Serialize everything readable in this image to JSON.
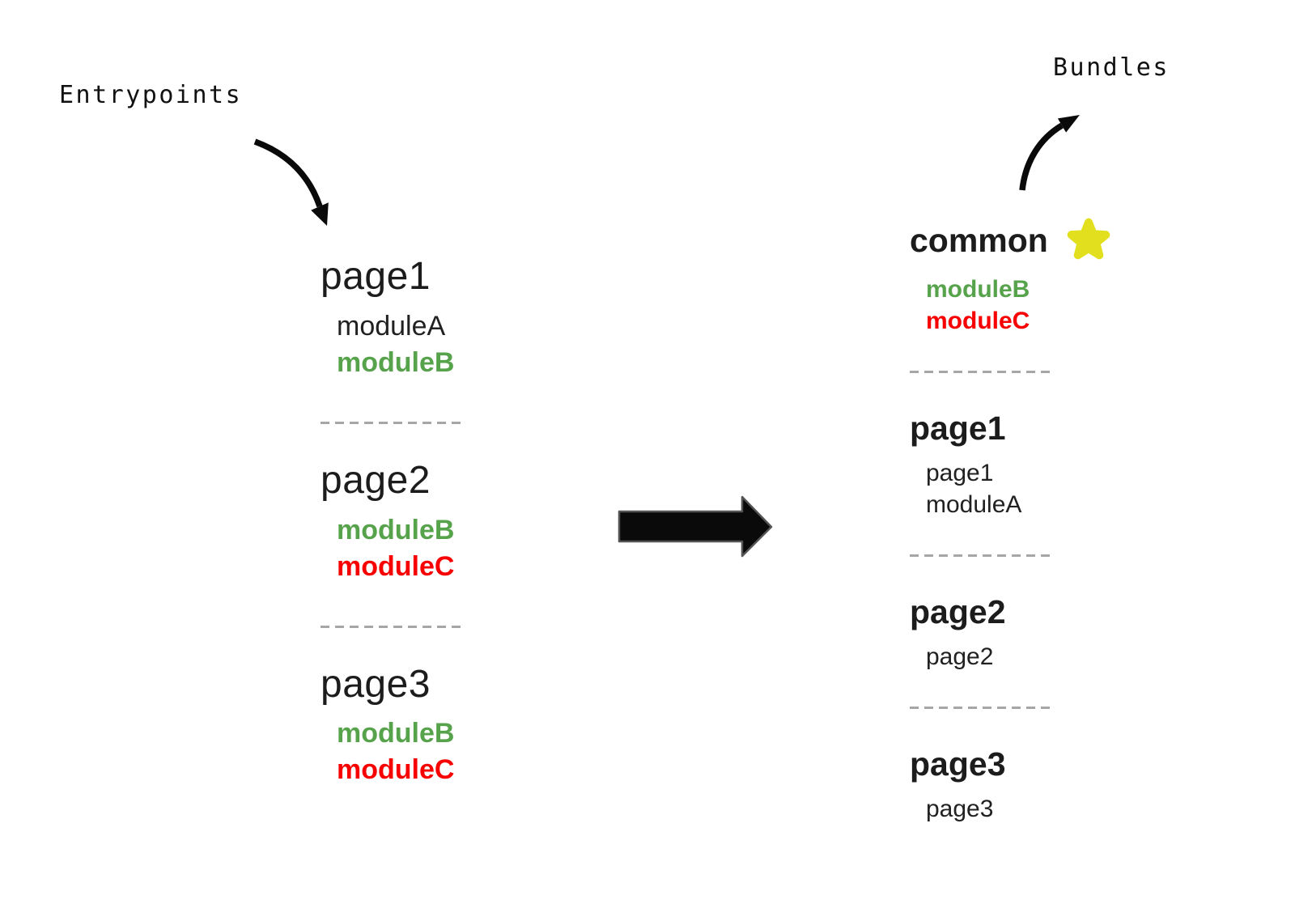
{
  "labels": {
    "entrypoints": "Entrypoints",
    "bundles": "Bundles"
  },
  "colors": {
    "text_black": "#1c1c1c",
    "module_black": "#212121",
    "module_green": "#57a34c",
    "module_red": "#f80000",
    "star_yellow": "#e2df1f",
    "divider_gray": "#a6a6a6",
    "arrow_black": "#0a0a0a",
    "arrow_outline_gray": "#555555"
  },
  "entrypoints": {
    "sections": [
      {
        "title": "page1",
        "modules": [
          {
            "name": "moduleA",
            "color": "#212121",
            "weight": "400"
          },
          {
            "name": "moduleB",
            "color": "#57a34c",
            "weight": "700"
          }
        ]
      },
      {
        "title": "page2",
        "modules": [
          {
            "name": "moduleB",
            "color": "#57a34c",
            "weight": "700"
          },
          {
            "name": "moduleC",
            "color": "#f80000",
            "weight": "700"
          }
        ]
      },
      {
        "title": "page3",
        "modules": [
          {
            "name": "moduleB",
            "color": "#57a34c",
            "weight": "700"
          },
          {
            "name": "moduleC",
            "color": "#f80000",
            "weight": "700"
          }
        ]
      }
    ]
  },
  "bundles": {
    "sections": [
      {
        "title": "common",
        "starred": true,
        "modules": [
          {
            "name": "moduleB",
            "color": "#57a34c",
            "weight": "700"
          },
          {
            "name": "moduleC",
            "color": "#f80000",
            "weight": "700"
          }
        ]
      },
      {
        "title": "page1",
        "modules": [
          {
            "name": "page1",
            "color": "#212121",
            "weight": "400"
          },
          {
            "name": "moduleA",
            "color": "#212121",
            "weight": "400"
          }
        ]
      },
      {
        "title": "page2",
        "modules": [
          {
            "name": "page2",
            "color": "#212121",
            "weight": "400"
          }
        ]
      },
      {
        "title": "page3",
        "modules": [
          {
            "name": "page3",
            "color": "#212121",
            "weight": "400"
          }
        ]
      }
    ]
  }
}
